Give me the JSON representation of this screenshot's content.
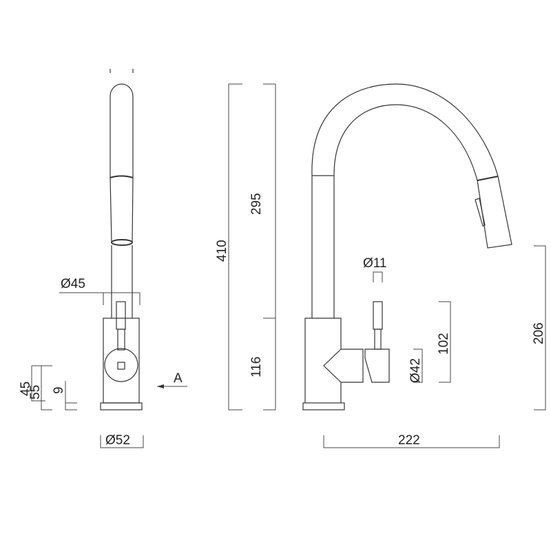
{
  "dimensions": {
    "spout_diameter": "Ø45",
    "base_diameter": "Ø52",
    "base_height_45": "45",
    "base_height_55": "55",
    "plate_height": "9",
    "view_label": "A",
    "total_height": "410",
    "spout_height": "295",
    "body_height": "116",
    "lever_diameter": "Ø11",
    "handle_diameter": "Ø42",
    "lever_height": "102",
    "outlet_height": "206",
    "reach": "222"
  }
}
